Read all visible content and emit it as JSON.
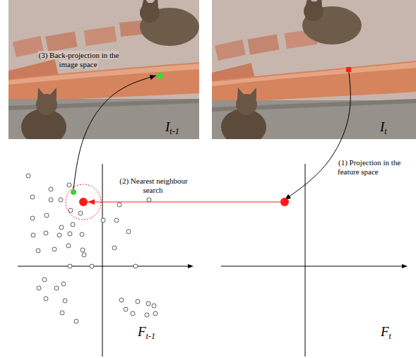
{
  "diagram": {
    "nodes": [
      {
        "text": [
          "I",
          "t-1"
        ]
      },
      {
        "text": [
          "I",
          "t"
        ]
      },
      {
        "text": [
          "F",
          "t-1"
        ]
      },
      {
        "text": [
          "F",
          "t"
        ]
      }
    ],
    "edges": [
      {
        "from": 1,
        "to": 3,
        "arrow": "to",
        "label": "(1) Projection in the feature space"
      },
      {
        "from": 3,
        "to": 2,
        "arrow": "to",
        "label": "(2) Nearest neighbour search"
      },
      {
        "from": 2,
        "to": 0,
        "arrow": "to",
        "label": "(3) Back-projection in the image space"
      }
    ]
  }
}
